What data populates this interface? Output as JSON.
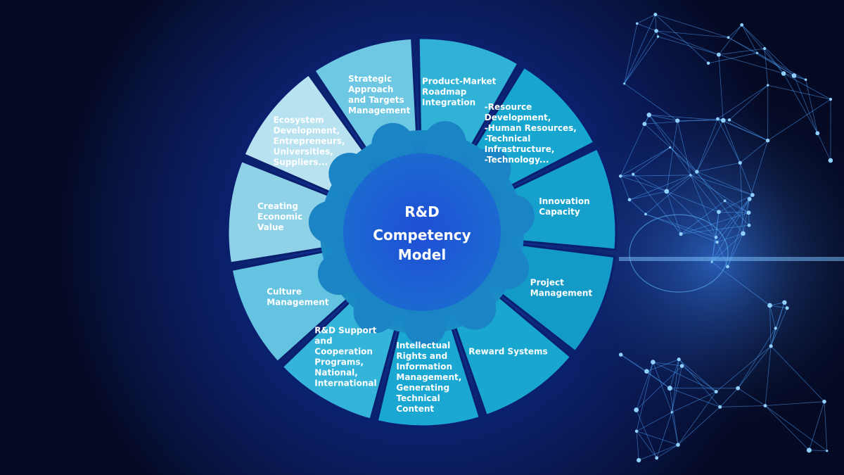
{
  "diagram": {
    "center_title": [
      "R&D",
      "Competency",
      "Model"
    ],
    "colors": {
      "background": "#050a24",
      "glow": "#1a4fd8",
      "inner_circle": "#1a86c2",
      "network": "#5fb8ff"
    },
    "segments": [
      {
        "label": [
          "Product-Market",
          "Roadmap",
          "Integration"
        ],
        "color": "#2fb2d6"
      },
      {
        "label": [
          "-Resource",
          "Development,",
          "-Human Resources,",
          "-Technical",
          "Infrastructure,",
          "-Technology..."
        ],
        "color": "#17a6cf"
      },
      {
        "label": [
          "Innovation",
          "Capacity"
        ],
        "color": "#16a1cc"
      },
      {
        "label": [
          "Project",
          "Management"
        ],
        "color": "#139ac7"
      },
      {
        "label": [
          "Reward Systems"
        ],
        "color": "#19a6cf"
      },
      {
        "label": [
          "Intellectual",
          "Rights and",
          "Information",
          "Management,",
          "Generating",
          "Technical",
          "Content"
        ],
        "color": "#1aa8d2"
      },
      {
        "label": [
          "R&D Support",
          "and",
          "Cooperation",
          "Programs,",
          "National,",
          "International"
        ],
        "color": "#35b4d9"
      },
      {
        "label": [
          "Culture",
          "Management"
        ],
        "color": "#64c3e0"
      },
      {
        "label": [
          "Creating",
          "Economic",
          "Value"
        ],
        "color": "#8fd2e8"
      },
      {
        "label": [
          "Ecosystem",
          "Development,",
          "Entrepreneurs,",
          "Universities,",
          "Suppliers..."
        ],
        "color": "#b8e2ef"
      },
      {
        "label": [
          "Strategic",
          "Approach",
          "and Targets",
          "Management"
        ],
        "color": "#6ec7e3"
      }
    ]
  }
}
